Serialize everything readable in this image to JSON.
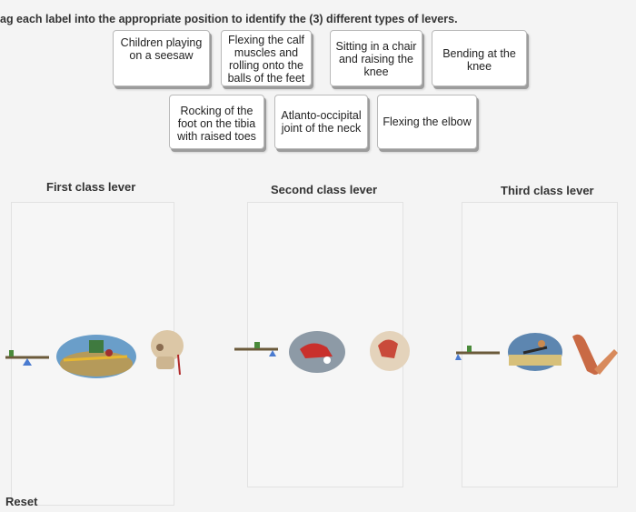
{
  "instruction": "ag each label into the appropriate position to identify the (3) different types of levers.",
  "labels": [
    "Children playing\non a seesaw",
    "Flexing the calf\nmuscles and\nrolling onto the\nballs of the feet",
    "Sitting in a chair\nand raising the\nknee",
    "Bending at the\nknee",
    "Rocking of the\nfoot on the tibia\nwith raised toes",
    "Atlanto-occipital\njoint of the neck",
    "Flexing the elbow"
  ],
  "columns": [
    {
      "title": "First class lever"
    },
    {
      "title": "Second class lever"
    },
    {
      "title": "Third class lever"
    }
  ],
  "reset_label": "Reset",
  "icons": [
    "seesaw-icon",
    "seesaw-scene-photo",
    "skull-icon",
    "wheelbarrow-lever-icon",
    "foot-photo",
    "head-muscles-icon",
    "lever-arm-icon",
    "exercise-photo",
    "arm-muscle-icon"
  ]
}
